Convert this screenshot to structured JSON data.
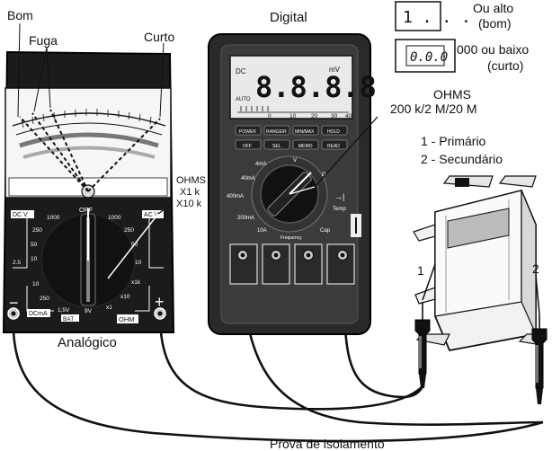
{
  "labels": {
    "bom": "Bom",
    "fuga": "Fuga",
    "curto": "Curto",
    "digital": "Digital",
    "analogico": "Analógico",
    "prova": "Prova de isolamento",
    "ohms_analog_1": "OHMS",
    "ohms_analog_2": "X1 k",
    "ohms_analog_3": "X10 k",
    "ohms_digital_1": "OHMS",
    "ohms_digital_2": "200 k/2 M/20 M",
    "primario": "1 - Primário",
    "secundario": "2 - Secundário",
    "ou_alto_1": "Ou alto",
    "ou_alto_2": "(bom)",
    "ou_baixo_1": "000 ou baixo",
    "ou_baixo_2": "(curto)",
    "terminal_1": "1",
    "terminal_2": "2"
  },
  "display_boxes": {
    "high_reading": "1 . . .",
    "low_reading": "0.0.0"
  },
  "analog_meter": {
    "dial_labels": {
      "dcv": "DC V",
      "acv": "AC V",
      "off": "OFF",
      "dcma": "DCmA",
      "bat": "BAT",
      "ohm": "OHM",
      "v15": "1,5V",
      "v9": "9V"
    },
    "dcv_values": [
      "1000",
      "250",
      "50",
      "10",
      "2.5"
    ],
    "acv_values": [
      "1000",
      "250",
      "50",
      "10"
    ],
    "ma_values": [
      "10",
      "250"
    ],
    "ohm_values": [
      "x1k",
      "x10",
      "x1"
    ],
    "minus": "−",
    "plus": "+"
  },
  "digital_meter": {
    "lcd_digits": "8.8.8.8",
    "lcd_dc": "DC",
    "lcd_mv": "mV",
    "lcd_auto": "AUTO",
    "scale": [
      "0",
      "10",
      "20",
      "30",
      "40"
    ],
    "buttons_row1": [
      "POWER",
      "RANGE/R",
      "MIN/MAX",
      "HOLD"
    ],
    "buttons_row2": [
      "OFF",
      "SEL",
      "MEMO",
      "READ"
    ],
    "dial_labels": [
      "4mA",
      "40mA",
      "400mA",
      "200mA",
      "10A",
      "Frequency",
      "Cap",
      "Temp",
      "V",
      "Ω"
    ]
  }
}
